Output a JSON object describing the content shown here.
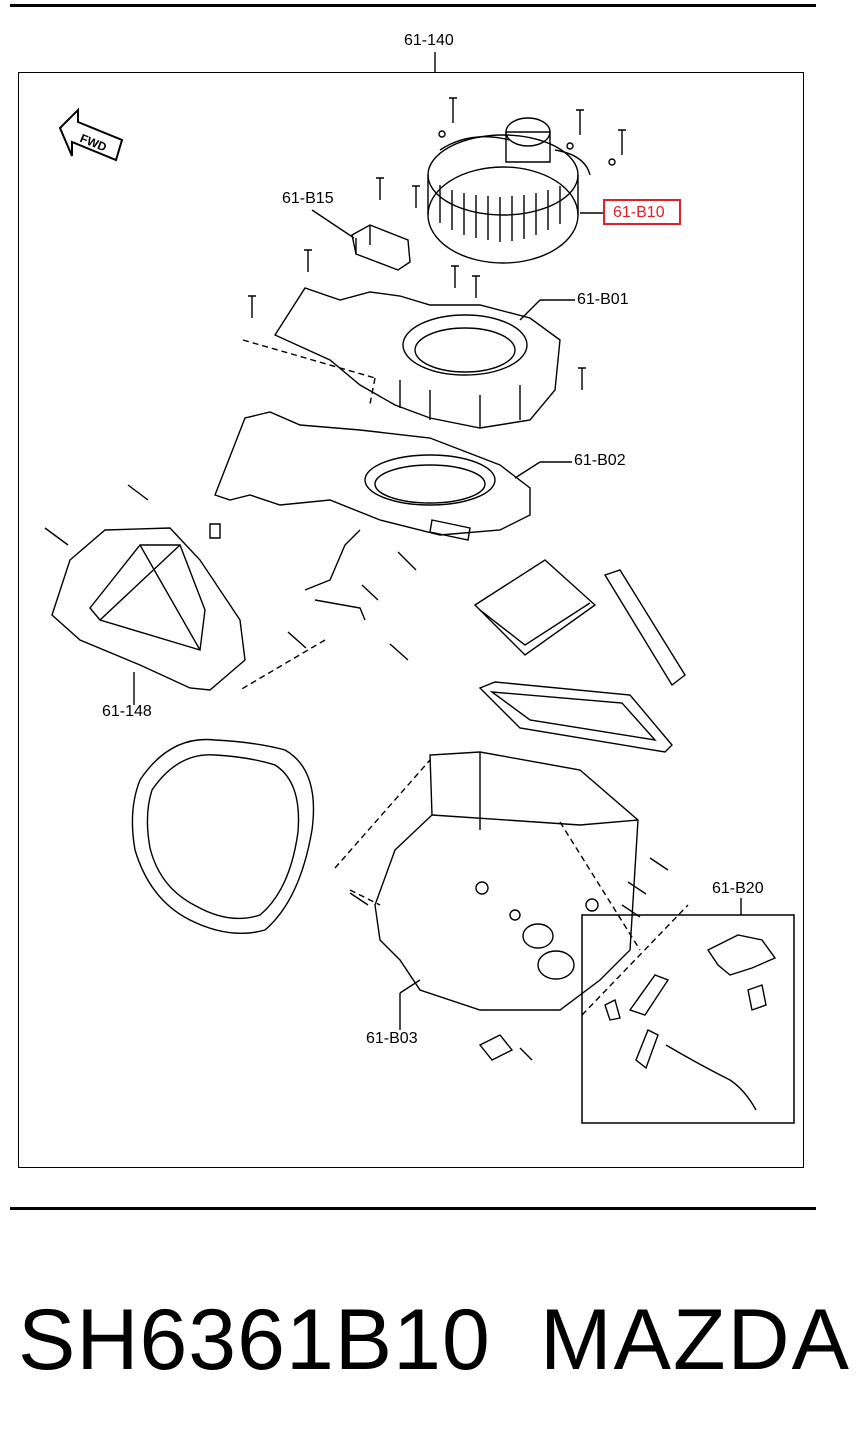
{
  "diagram": {
    "assembly_label": "61-140",
    "direction_label": "FWD",
    "parts": {
      "b15": "61-B15",
      "b10": "61-B10",
      "b01": "61-B01",
      "b02": "61-B02",
      "p148": "61-148",
      "b20": "61-B20",
      "b03": "61-B03"
    },
    "highlight_color": "#e0202a"
  },
  "caption": {
    "part_number": "SH6361B10",
    "brand": "MAZDA"
  }
}
